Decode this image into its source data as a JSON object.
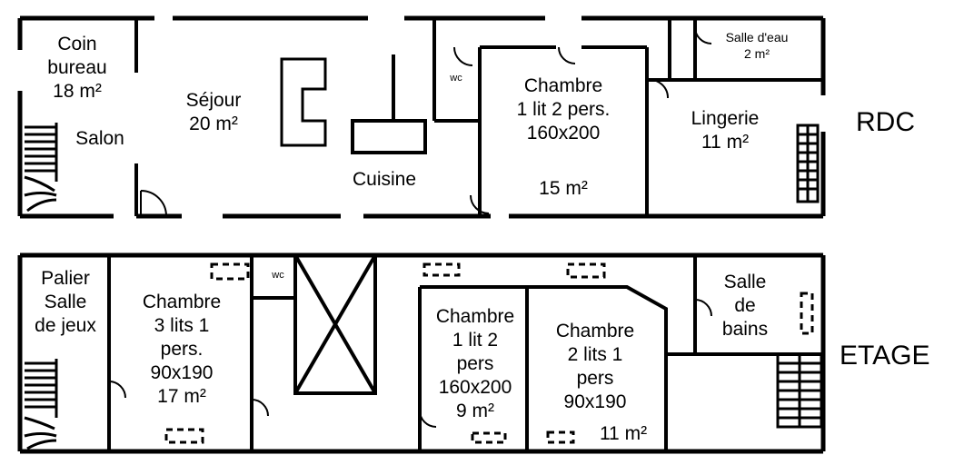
{
  "floors": {
    "rdc": {
      "label": "RDC",
      "rooms": {
        "coin_bureau": "Coin\nbureau\n18 m²",
        "salon": "Salon",
        "sejour": "Séjour\n20 m²",
        "cuisine": "Cuisine",
        "wc": "wc",
        "chambre": "Chambre\n1 lit 2 pers.\n160x200",
        "chambre_area": "15 m²",
        "salle_deau": "Salle d'eau\n2 m²",
        "lingerie": "Lingerie\n11 m²"
      }
    },
    "etage": {
      "label": "ETAGE",
      "rooms": {
        "palier": "Palier\nSalle\nde jeux",
        "chambre_3": "Chambre\n3 lits 1\npers.\n90x190\n17 m²",
        "wc": "wc",
        "chambre_1": "Chambre\n1 lit 2\npers\n160x200\n9 m²",
        "chambre_2": "Chambre\n2 lits 1\npers\n90x190",
        "chambre_2_area": "11 m²",
        "salle_de_bains": "Salle\nde\nbains"
      }
    }
  }
}
